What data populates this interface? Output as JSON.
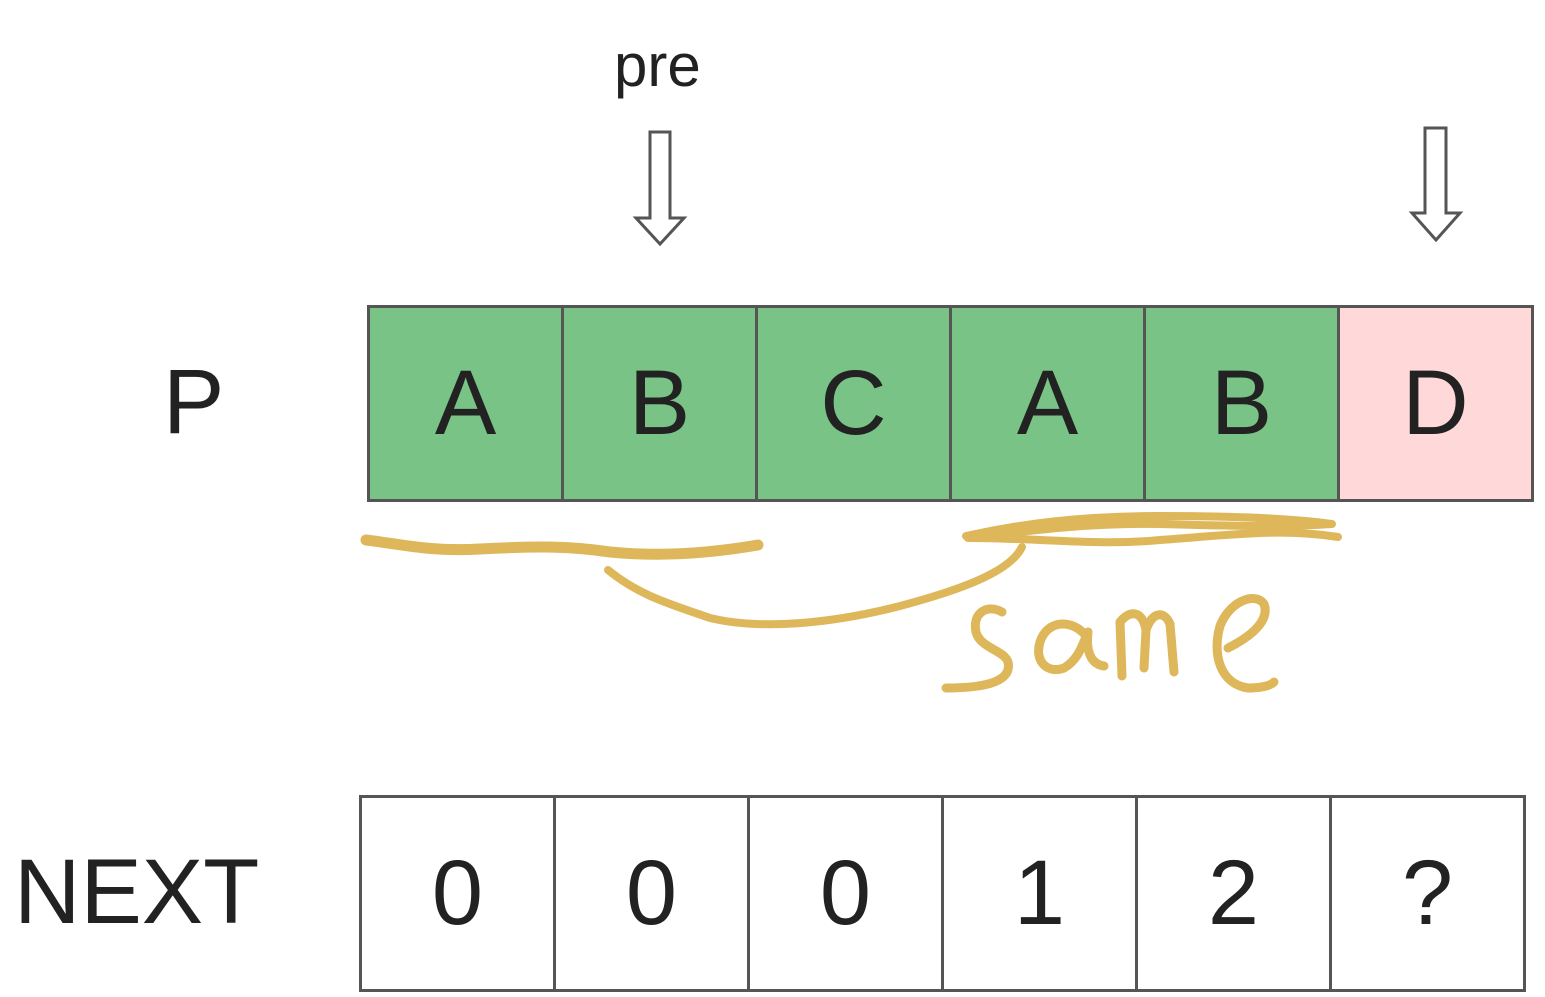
{
  "pointer": {
    "label": "pre"
  },
  "rows": {
    "p": {
      "label": "P",
      "cells": [
        "A",
        "B",
        "C",
        "A",
        "B",
        "D"
      ],
      "match_color": "#79c387",
      "mismatch_color": "#ffd9da"
    },
    "next": {
      "label": "NEXT",
      "cells": [
        "0",
        "0",
        "0",
        "1",
        "2",
        "?"
      ]
    }
  },
  "annotation": {
    "text": "same",
    "color": "#ddb75a"
  }
}
